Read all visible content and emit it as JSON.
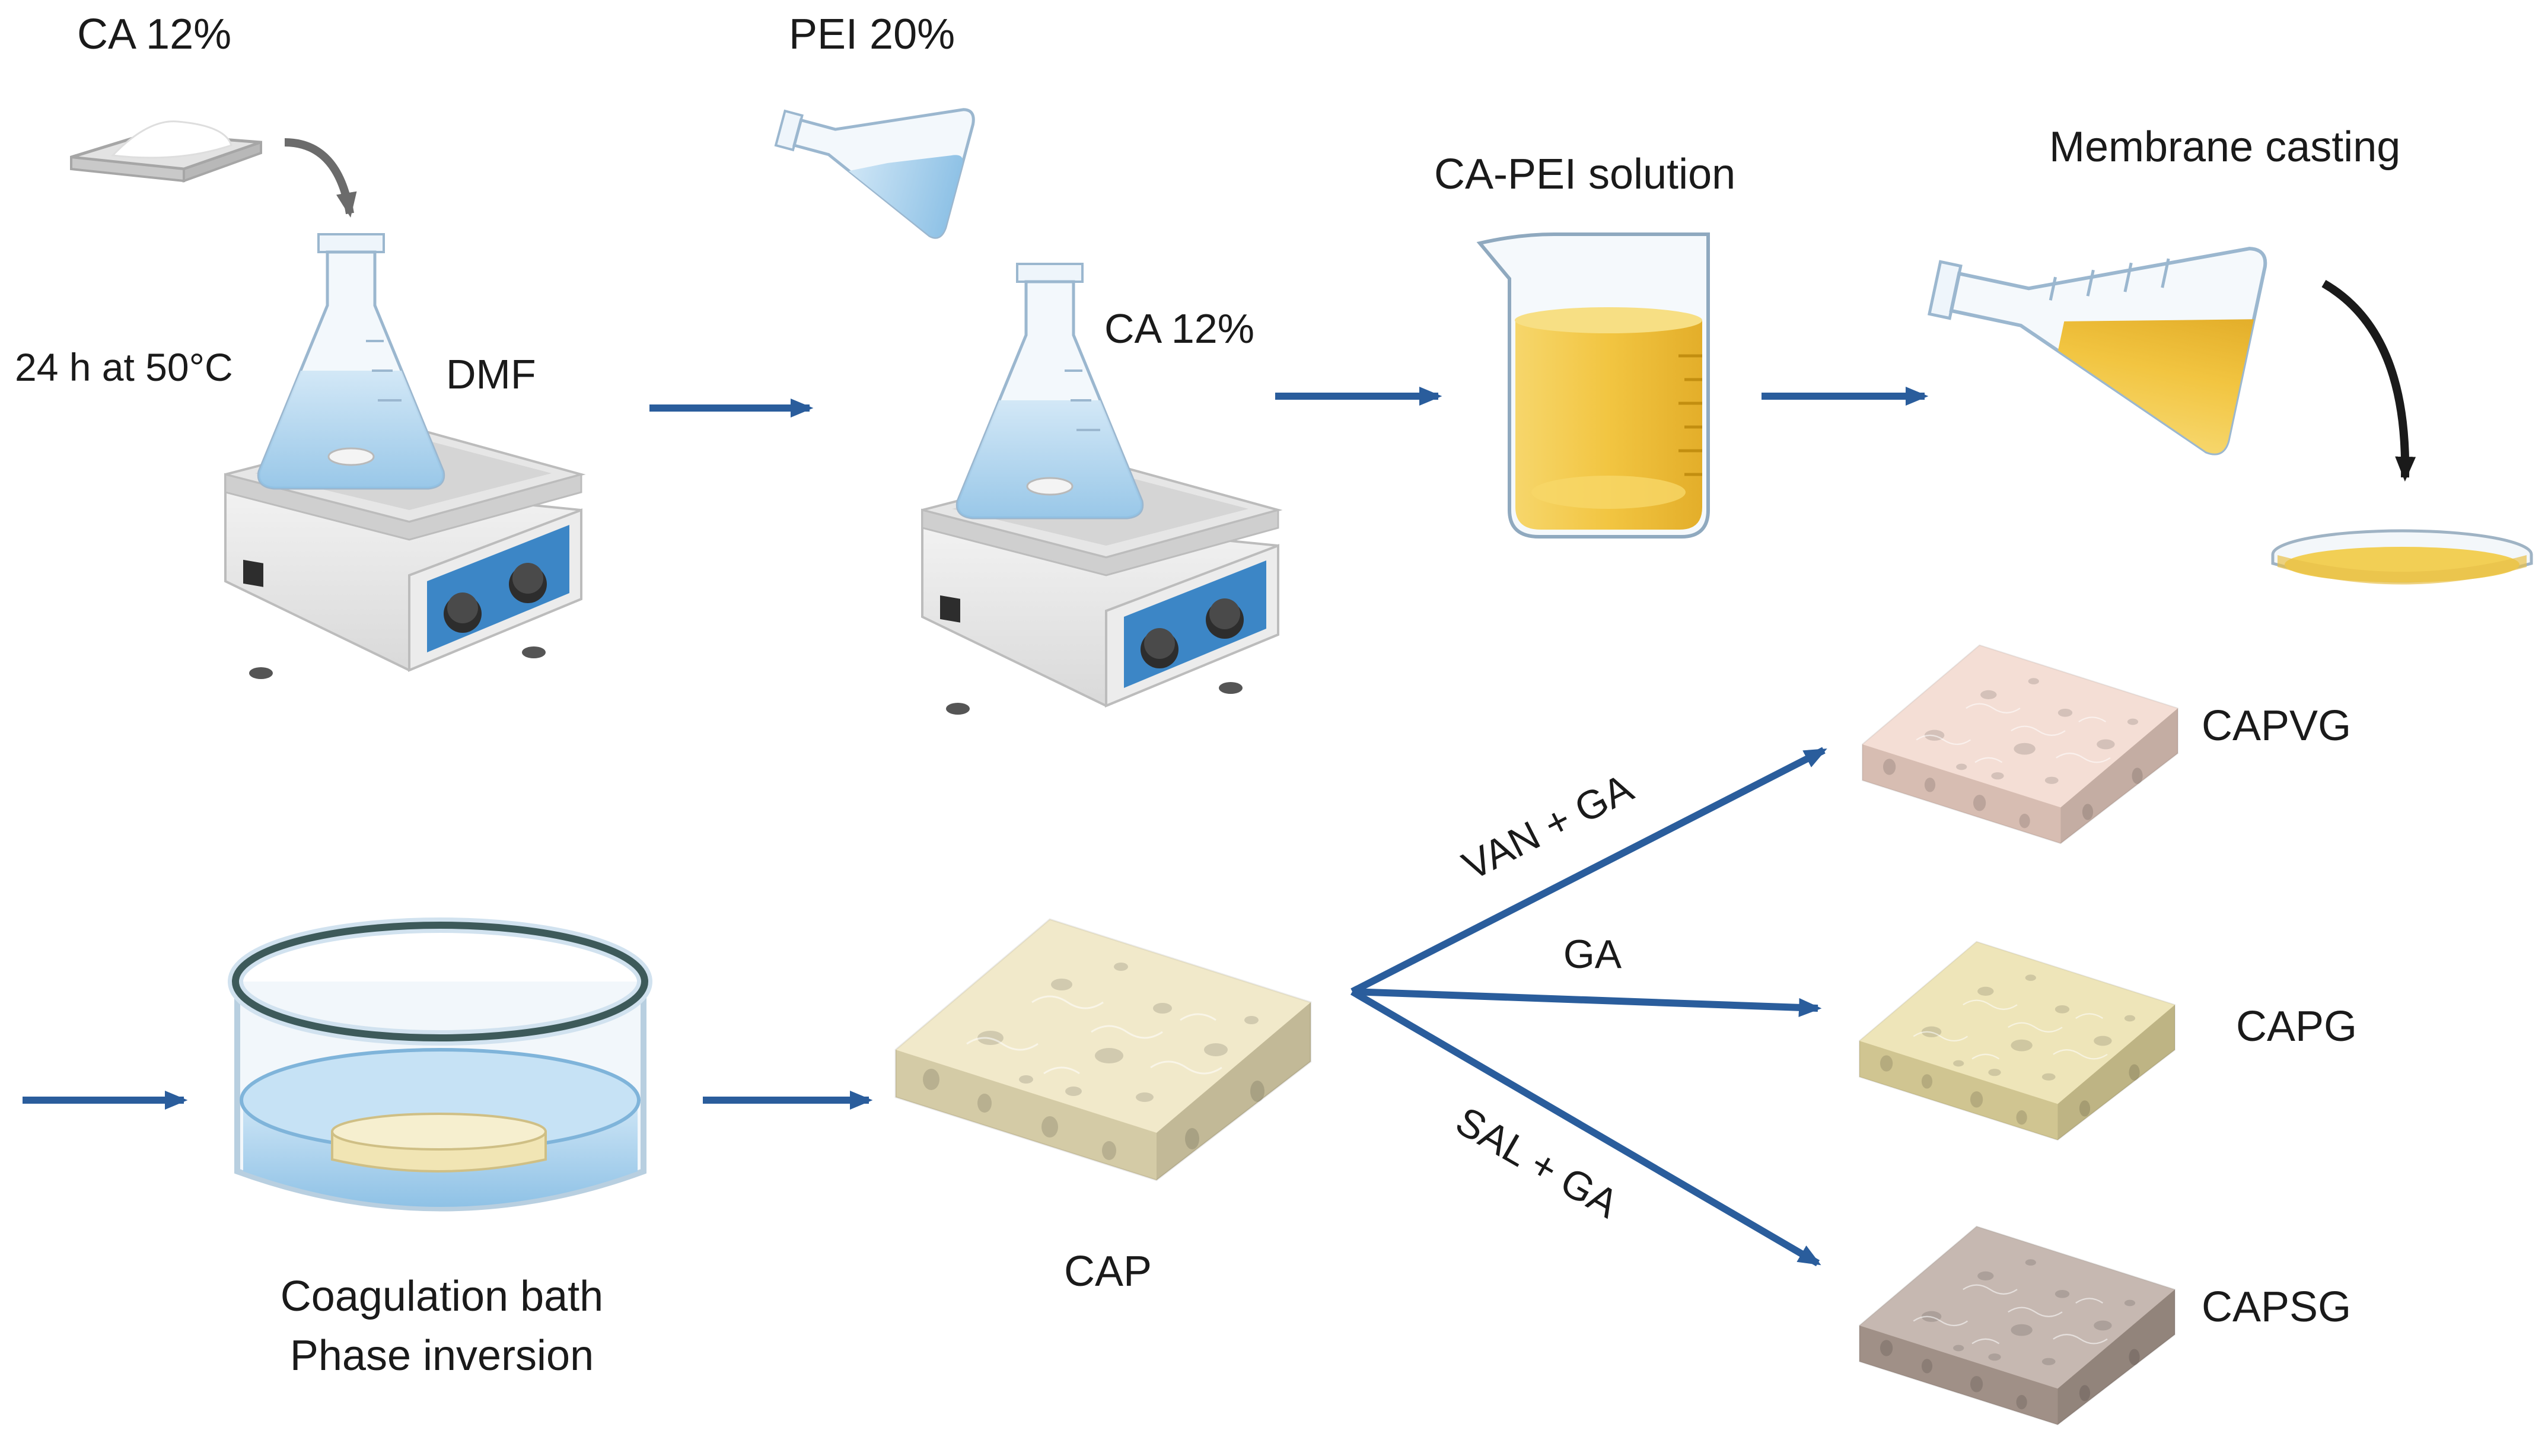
{
  "labels": {
    "ca_powder": "CA 12%",
    "pei": "PEI 20%",
    "conditions": "24 h at 50°C",
    "dmf": "DMF",
    "ca_mix": "CA 12%",
    "solution": "CA-PEI solution",
    "casting": "Membrane casting",
    "bath_line1": "Coagulation bath",
    "bath_line2": "Phase inversion",
    "cap": "CAP",
    "route_van": "VAN + GA",
    "route_ga": "GA",
    "route_sal": "SAL + GA",
    "capvg": "CAPVG",
    "capg": "CAPG",
    "capsg": "CAPSG"
  },
  "colors": {
    "arrow": "#2a5d9c",
    "solution_yellow": "#f1c545",
    "water": "#a9d3ef",
    "stirrer_blue": "#3c86c6",
    "membrane_cap": "#ede2b9",
    "membrane_capvg": "#f0d3c7",
    "membrane_capg": "#e8dca2",
    "membrane_capsg": "#b3a197"
  },
  "icons": [
    "powder-tray-icon",
    "flask-icon",
    "hotplate-stirrer-icon",
    "beaker-icon",
    "petri-dish-icon",
    "coagulation-bath-icon",
    "membrane-block-icon"
  ]
}
